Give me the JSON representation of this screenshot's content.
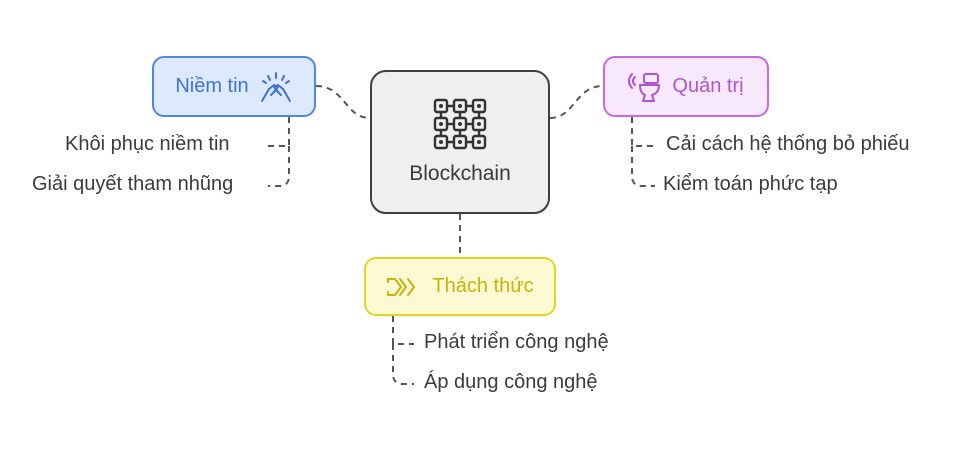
{
  "center": {
    "label": "Blockchain",
    "icon": "blockchain-grid-icon",
    "border_color": "#3f3f3f",
    "fill_color": "#efefef"
  },
  "branches": {
    "trust": {
      "label": "Niềm tin",
      "icon": "handshake-icon",
      "color": "#4f86e6",
      "items": [
        "Khôi phục niềm tin",
        "Giải quyết tham nhũng"
      ]
    },
    "governance": {
      "label": "Quản trị",
      "icon": "toilet-icon",
      "color": "#c768e4",
      "items": [
        "Cải cách hệ thống bỏ phiếu",
        "Kiểm toán phức tạp"
      ]
    },
    "challenges": {
      "label": "Thách thức",
      "icon": "chevrons-right-icon",
      "color": "#e3d327",
      "items": [
        "Phát triển công nghệ",
        "Áp dụng công nghệ"
      ]
    }
  }
}
